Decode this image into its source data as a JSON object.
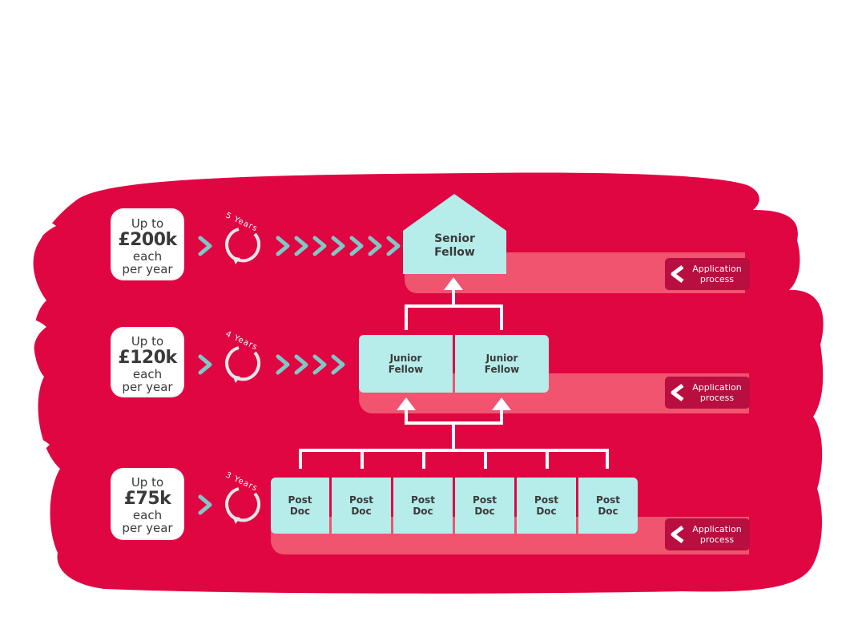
{
  "colors": {
    "background": "#ffffff",
    "red": "#e00642",
    "band": "#f0546f",
    "box": "#b6ecea",
    "button": "#b90e40",
    "arrow": "#7fc8c6"
  },
  "tiers": [
    {
      "upto": "Up to",
      "amount": "£200k",
      "each": "each",
      "per_year": "per year",
      "years": "5 Years",
      "chevrons": 7,
      "app_label": "Application\nprocess",
      "roles": [
        "Senior\nFellow"
      ]
    },
    {
      "upto": "Up to",
      "amount": "£120k",
      "each": "each",
      "per_year": "per year",
      "years": "4 Years",
      "chevrons": 4,
      "app_label": "Application\nprocess",
      "roles": [
        "Junior\nFellow",
        "Junior\nFellow"
      ]
    },
    {
      "upto": "Up to",
      "amount": "£75k",
      "each": "each",
      "per_year": "per year",
      "years": "3 Years",
      "chevrons": 0,
      "app_label": "Application\nprocess",
      "roles": [
        "Post\nDoc",
        "Post\nDoc",
        "Post\nDoc",
        "Post\nDoc",
        "Post\nDoc",
        "Post\nDoc"
      ]
    }
  ],
  "icons": {
    "cycle": "cycle-arrow-icon",
    "chevron": "chevron-right-icon",
    "app": "chevron-left-icon"
  }
}
